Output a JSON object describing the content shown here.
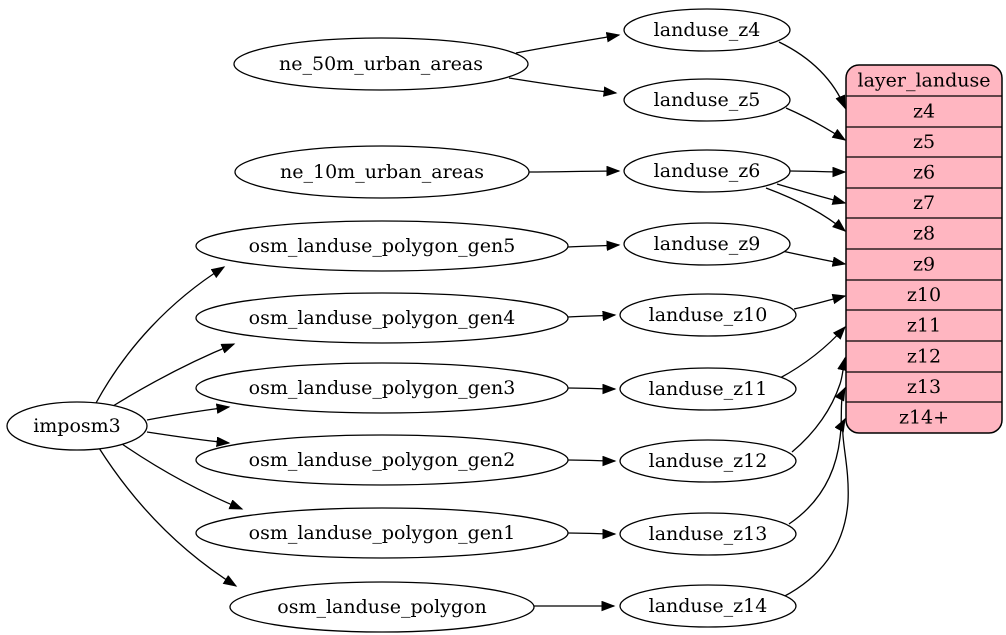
{
  "diagram": {
    "type": "graphviz-dependency-graph",
    "background": "#ffffff",
    "edge_color": "#000000",
    "nodes": {
      "imposm3": "imposm3",
      "ne_50m_urban_areas": "ne_50m_urban_areas",
      "ne_10m_urban_areas": "ne_10m_urban_areas",
      "osm_landuse_polygon_gen5": "osm_landuse_polygon_gen5",
      "osm_landuse_polygon_gen4": "osm_landuse_polygon_gen4",
      "osm_landuse_polygon_gen3": "osm_landuse_polygon_gen3",
      "osm_landuse_polygon_gen2": "osm_landuse_polygon_gen2",
      "osm_landuse_polygon_gen1": "osm_landuse_polygon_gen1",
      "osm_landuse_polygon": "osm_landuse_polygon",
      "landuse_z4": "landuse_z4",
      "landuse_z5": "landuse_z5",
      "landuse_z6": "landuse_z6",
      "landuse_z9": "landuse_z9",
      "landuse_z10": "landuse_z10",
      "landuse_z11": "landuse_z11",
      "landuse_z12": "landuse_z12",
      "landuse_z13": "landuse_z13",
      "landuse_z14": "landuse_z14"
    },
    "table": {
      "title": "layer_landuse",
      "fill": "#ffb6c1",
      "rows": [
        "z4",
        "z5",
        "z6",
        "z7",
        "z8",
        "z9",
        "z10",
        "z11",
        "z12",
        "z13",
        "z14+"
      ]
    },
    "edges": [
      {
        "from": "imposm3",
        "to": "osm_landuse_polygon_gen5"
      },
      {
        "from": "imposm3",
        "to": "osm_landuse_polygon_gen4"
      },
      {
        "from": "imposm3",
        "to": "osm_landuse_polygon_gen3"
      },
      {
        "from": "imposm3",
        "to": "osm_landuse_polygon_gen2"
      },
      {
        "from": "imposm3",
        "to": "osm_landuse_polygon_gen1"
      },
      {
        "from": "imposm3",
        "to": "osm_landuse_polygon"
      },
      {
        "from": "ne_50m_urban_areas",
        "to": "landuse_z4"
      },
      {
        "from": "ne_50m_urban_areas",
        "to": "landuse_z5"
      },
      {
        "from": "ne_10m_urban_areas",
        "to": "landuse_z6"
      },
      {
        "from": "osm_landuse_polygon_gen5",
        "to": "landuse_z9"
      },
      {
        "from": "osm_landuse_polygon_gen4",
        "to": "landuse_z10"
      },
      {
        "from": "osm_landuse_polygon_gen3",
        "to": "landuse_z11"
      },
      {
        "from": "osm_landuse_polygon_gen2",
        "to": "landuse_z12"
      },
      {
        "from": "osm_landuse_polygon_gen1",
        "to": "landuse_z13"
      },
      {
        "from": "osm_landuse_polygon",
        "to": "landuse_z14"
      },
      {
        "from": "landuse_z4",
        "to": "layer_landuse:z4"
      },
      {
        "from": "landuse_z5",
        "to": "layer_landuse:z5"
      },
      {
        "from": "landuse_z6",
        "to": "layer_landuse:z6"
      },
      {
        "from": "landuse_z6",
        "to": "layer_landuse:z7"
      },
      {
        "from": "landuse_z6",
        "to": "layer_landuse:z8"
      },
      {
        "from": "landuse_z9",
        "to": "layer_landuse:z9"
      },
      {
        "from": "landuse_z10",
        "to": "layer_landuse:z10"
      },
      {
        "from": "landuse_z11",
        "to": "layer_landuse:z11"
      },
      {
        "from": "landuse_z12",
        "to": "layer_landuse:z12"
      },
      {
        "from": "landuse_z13",
        "to": "layer_landuse:z13"
      },
      {
        "from": "landuse_z14",
        "to": "layer_landuse:z14+"
      }
    ]
  }
}
